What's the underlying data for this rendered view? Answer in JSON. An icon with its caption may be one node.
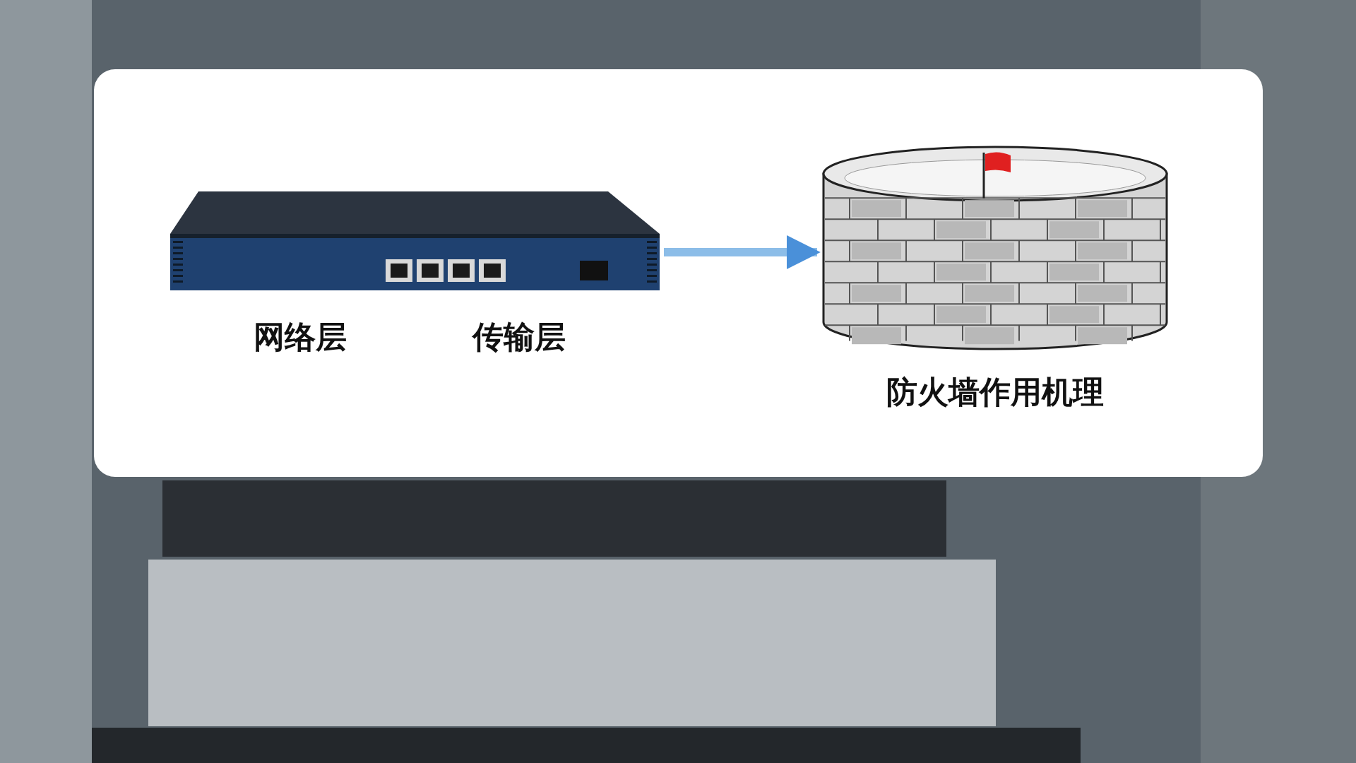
{
  "diagram": {
    "nodes": [
      {
        "text": [],
        "shape": "picture"
      },
      {
        "text": [
          "防火墙作用机理"
        ]
      }
    ],
    "edges": [
      {
        "from": 0,
        "to": 1,
        "arrow": "to"
      }
    ],
    "labels": [
      "网络层",
      "传输层"
    ]
  }
}
